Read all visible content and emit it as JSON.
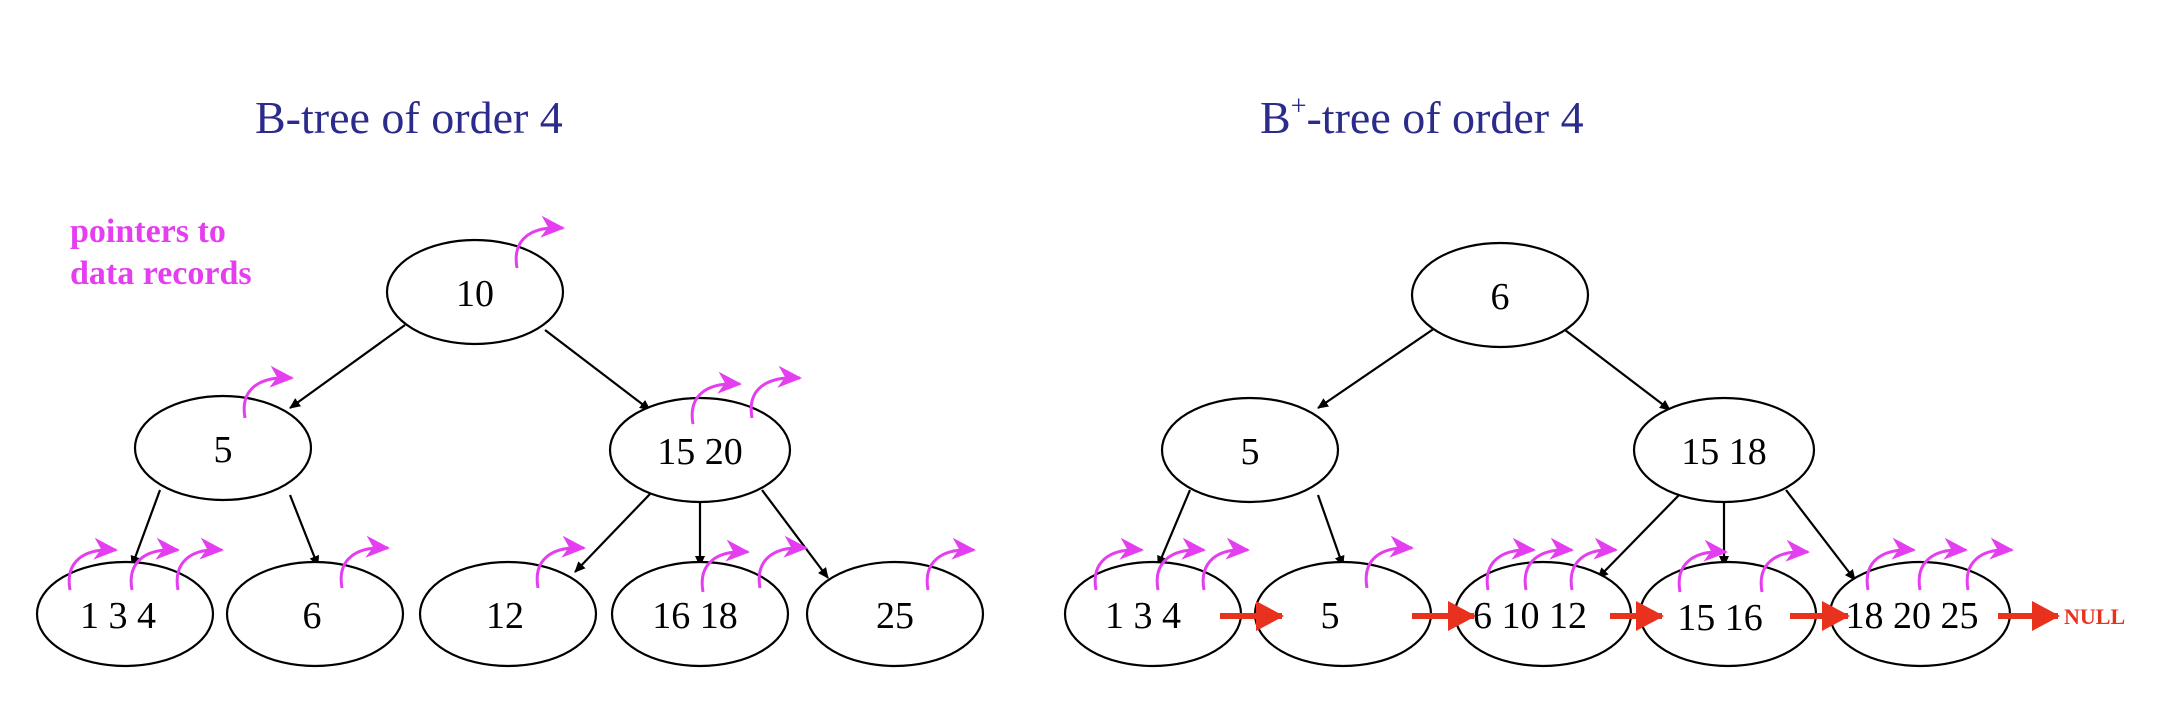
{
  "left_tree": {
    "title": "B-tree of order 4",
    "annotation": [
      "pointers to",
      "data records"
    ],
    "nodes": [
      {
        "id": "l-root",
        "label": "10"
      },
      {
        "id": "l-mid-left",
        "label": "5"
      },
      {
        "id": "l-mid-right",
        "label": "15 20"
      },
      {
        "id": "l-leaf-1",
        "label": "1 3 4"
      },
      {
        "id": "l-leaf-2",
        "label": "6"
      },
      {
        "id": "l-leaf-3",
        "label": "12"
      },
      {
        "id": "l-leaf-4",
        "label": "16 18"
      },
      {
        "id": "l-leaf-5",
        "label": "25"
      }
    ]
  },
  "right_tree": {
    "title_main": "B",
    "title_sup": "+",
    "title_rest": "-tree of order 4",
    "nodes": [
      {
        "id": "r-root",
        "label": "6"
      },
      {
        "id": "r-mid-left",
        "label": "5"
      },
      {
        "id": "r-mid-right",
        "label": "15 18"
      },
      {
        "id": "r-leaf-1",
        "label": "1 3 4"
      },
      {
        "id": "r-leaf-2",
        "label": "5"
      },
      {
        "id": "r-leaf-3",
        "label": "6 10 12"
      },
      {
        "id": "r-leaf-4",
        "label": "15 16"
      },
      {
        "id": "r-leaf-5",
        "label": "18 20 25"
      }
    ],
    "null_label": "NULL"
  },
  "colors": {
    "title": "#2b2b8c",
    "data_pointer": "#e53df0",
    "leaf_link": "#e8321e"
  }
}
